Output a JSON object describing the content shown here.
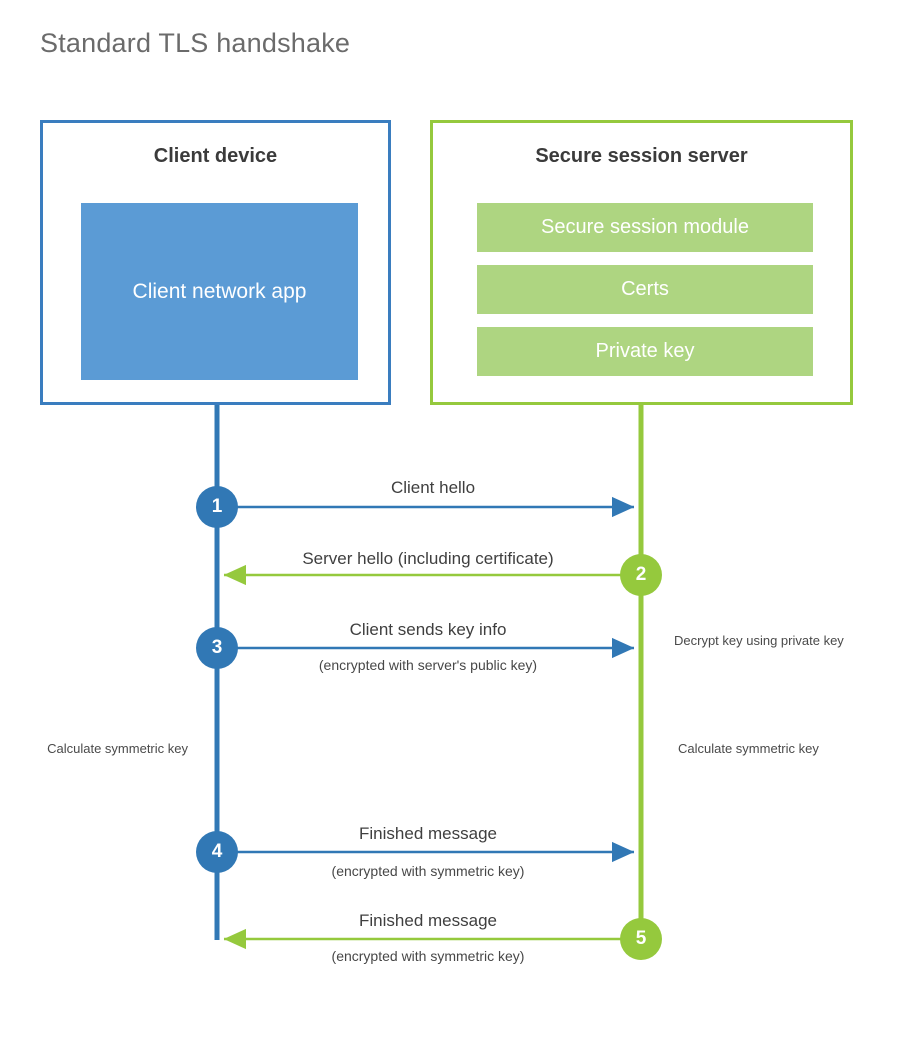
{
  "title": "Standard TLS handshake",
  "colors": {
    "client_blue": "#3a7dbf",
    "client_app_fill": "#5b9bd5",
    "server_green": "#95c93d",
    "server_bar_fill": "#aed581",
    "step_blue": "#3178b5",
    "step_green": "#95c93d",
    "title_gray": "#6b6b6b",
    "text_gray": "#3f3f3f"
  },
  "panels": {
    "client": {
      "title": "Client device",
      "block_label": "Client network app"
    },
    "server": {
      "title": "Secure session server",
      "bars": [
        {
          "label": "Secure session module"
        },
        {
          "label": "Certs"
        },
        {
          "label": "Private key"
        }
      ]
    }
  },
  "steps": [
    {
      "number": "1",
      "direction": "client-to-server",
      "main": "Client hello",
      "sub": ""
    },
    {
      "number": "2",
      "direction": "server-to-client",
      "main": "Server hello (including certificate)",
      "sub": ""
    },
    {
      "number": "3",
      "direction": "client-to-server",
      "main": "Client sends key info",
      "sub": "(encrypted with server's public key)"
    },
    {
      "number": "4",
      "direction": "client-to-server",
      "main": "Finished message",
      "sub": "(encrypted with symmetric key)"
    },
    {
      "number": "5",
      "direction": "server-to-client",
      "main": "Finished message",
      "sub": "(encrypted with symmetric key)"
    }
  ],
  "annotations": {
    "decrypt_note": "Decrypt key using private key",
    "client_calc_note": "Calculate symmetric key",
    "server_calc_note": "Calculate symmetric key"
  }
}
